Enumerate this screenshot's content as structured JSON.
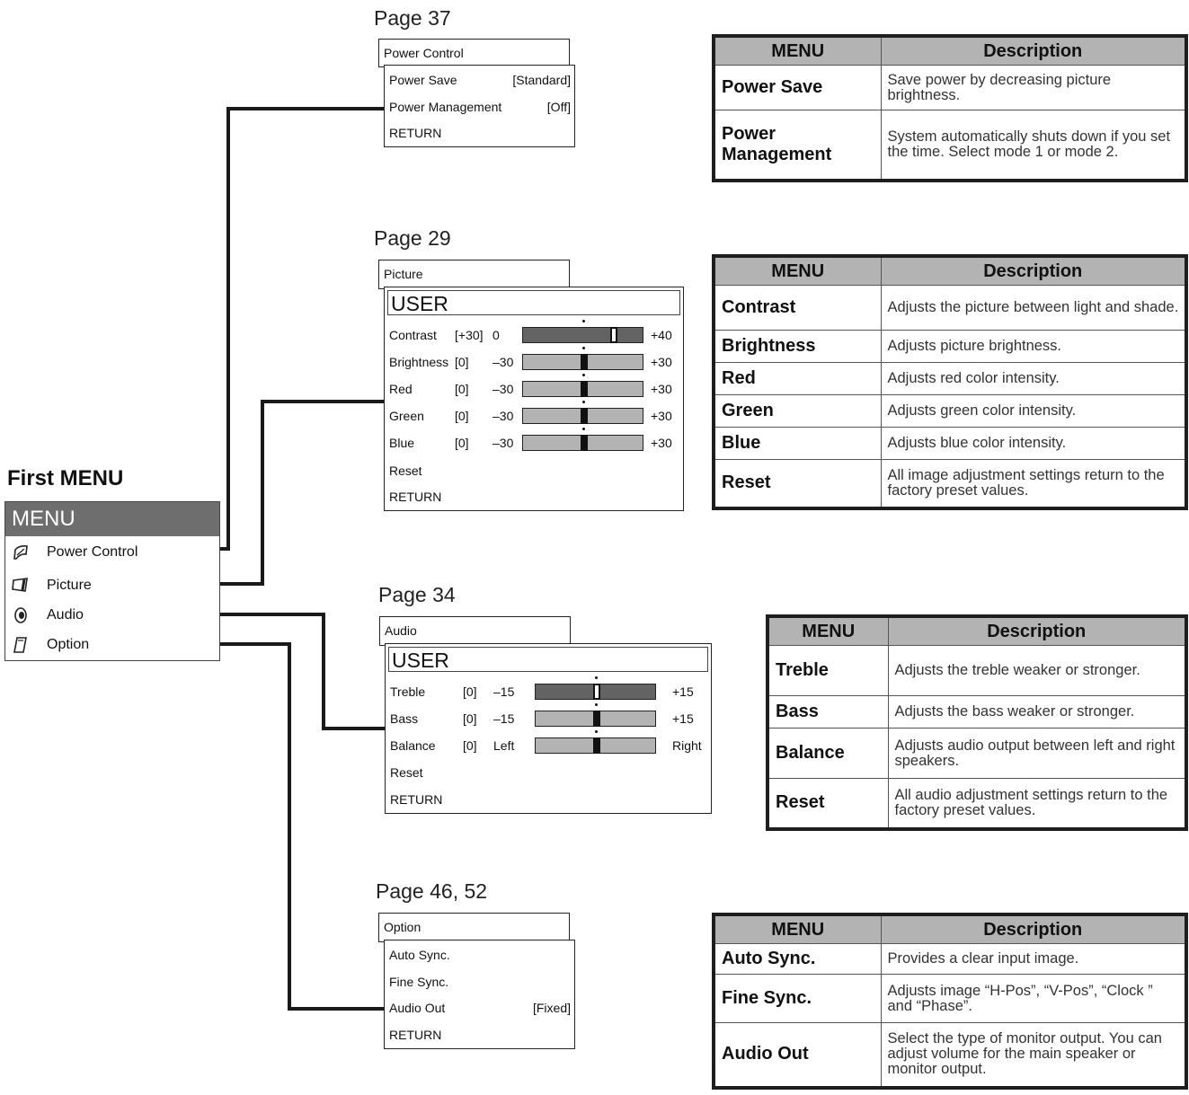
{
  "first_menu": {
    "title": "First MENU",
    "header": "MENU",
    "items": [
      {
        "label": "Power Control",
        "icon": "power-control-icon"
      },
      {
        "label": "Picture",
        "icon": "picture-icon"
      },
      {
        "label": "Audio",
        "icon": "audio-icon"
      },
      {
        "label": "Option",
        "icon": "option-icon"
      }
    ]
  },
  "power": {
    "page": "Page 37",
    "tab": "Power Control",
    "rows": [
      {
        "label": "Power Save",
        "value": "[Standard]"
      },
      {
        "label": "Power Management",
        "value": "[Off]"
      },
      {
        "label": "RETURN",
        "value": ""
      }
    ],
    "table": {
      "col_menu": "MENU",
      "col_desc": "Description",
      "rows": [
        {
          "menu": "Power Save",
          "desc": "Save power by decreasing picture brightness."
        },
        {
          "menu": "Power Management",
          "desc": "System automatically shuts down if you set the time. Select mode 1 or mode 2."
        }
      ]
    }
  },
  "picture": {
    "page": "Page 29",
    "tab": "Picture",
    "mode": "USER",
    "sliders": [
      {
        "label": "Contrast",
        "value": "[+30]",
        "min": "0",
        "max": "+40",
        "level": 0.75
      },
      {
        "label": "Brightness",
        "value": "[0]",
        "min": "–30",
        "max": "+30",
        "level": 0.5
      },
      {
        "label": "Red",
        "value": "[0]",
        "min": "–30",
        "max": "+30",
        "level": 0.5
      },
      {
        "label": "Green",
        "value": "[0]",
        "min": "–30",
        "max": "+30",
        "level": 0.5
      },
      {
        "label": "Blue",
        "value": "[0]",
        "min": "–30",
        "max": "+30",
        "level": 0.5
      }
    ],
    "reset": "Reset",
    "return": "RETURN",
    "table": {
      "col_menu": "MENU",
      "col_desc": "Description",
      "rows": [
        {
          "menu": "Contrast",
          "desc": "Adjusts the picture between light and shade."
        },
        {
          "menu": "Brightness",
          "desc": "Adjusts picture brightness."
        },
        {
          "menu": "Red",
          "desc": "Adjusts red color intensity."
        },
        {
          "menu": "Green",
          "desc": "Adjusts green color intensity."
        },
        {
          "menu": "Blue",
          "desc": "Adjusts blue color intensity."
        },
        {
          "menu": "Reset",
          "desc": "All image adjustment settings return to the factory preset values."
        }
      ]
    }
  },
  "audio": {
    "page": "Page 34",
    "tab": "Audio",
    "mode": "USER",
    "sliders": [
      {
        "label": "Treble",
        "value": "[0]",
        "min": "–15",
        "max": "+15",
        "level": 0.5
      },
      {
        "label": "Bass",
        "value": "[0]",
        "min": "–15",
        "max": "+15",
        "level": 0.5
      },
      {
        "label": "Balance",
        "value": "[0]",
        "min": "Left",
        "max": "Right",
        "level": 0.5
      }
    ],
    "reset": "Reset",
    "return": "RETURN",
    "table": {
      "col_menu": "MENU",
      "col_desc": "Description",
      "rows": [
        {
          "menu": "Treble",
          "desc": "Adjusts the treble weaker or stronger."
        },
        {
          "menu": "Bass",
          "desc": "Adjusts the bass weaker or stronger."
        },
        {
          "menu": "Balance",
          "desc": "Adjusts audio output between left and right speakers."
        },
        {
          "menu": "Reset",
          "desc": "All audio adjustment settings return to the factory preset values."
        }
      ]
    }
  },
  "option": {
    "page": "Page 46, 52",
    "tab": "Option",
    "rows": [
      {
        "label": "Auto Sync.",
        "value": ""
      },
      {
        "label": "Fine Sync.",
        "value": ""
      },
      {
        "label": "Audio Out",
        "value": "[Fixed]"
      },
      {
        "label": "RETURN",
        "value": ""
      }
    ],
    "table": {
      "col_menu": "MENU",
      "col_desc": "Description",
      "rows": [
        {
          "menu": "Auto Sync.",
          "desc": "Provides a clear input image."
        },
        {
          "menu": "Fine Sync.",
          "desc": "Adjusts image “H-Pos”, “V-Pos”, “Clock ” and “Phase”."
        },
        {
          "menu": "Audio Out",
          "desc": "Select the type of monitor output. You can adjust volume for the main speaker or monitor output."
        }
      ]
    }
  }
}
